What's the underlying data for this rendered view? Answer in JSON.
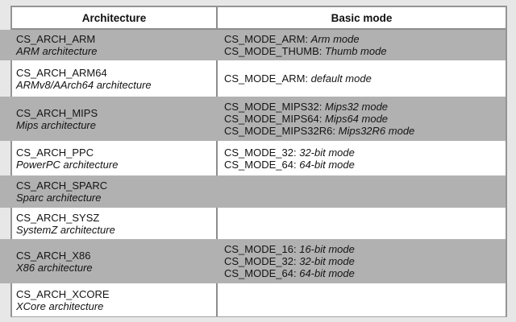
{
  "table": {
    "header": {
      "architecture": "Architecture",
      "basic_mode": "Basic mode"
    },
    "colors": {
      "row_shaded": "#b1b1b1",
      "row_plain": "#ffffff",
      "border": "#8d8d8d",
      "page_background": "#e7e7e7",
      "text": "#141414"
    },
    "rows": [
      {
        "shaded": true,
        "arch": {
          "name": "CS_ARCH_ARM",
          "desc": "ARM architecture"
        },
        "modes": [
          {
            "name": "CS_MODE_ARM:",
            "desc": "Arm mode"
          },
          {
            "name": "CS_MODE_THUMB:",
            "desc": "Thumb mode"
          }
        ]
      },
      {
        "shaded": false,
        "arch": {
          "name": "CS_ARCH_ARM64",
          "desc": "ARMv8/AArch64 architecture"
        },
        "modes": [
          {
            "name": "CS_MODE_ARM:",
            "desc": "default mode"
          }
        ]
      },
      {
        "shaded": true,
        "arch": {
          "name": "CS_ARCH_MIPS",
          "desc": "Mips architecture"
        },
        "modes": [
          {
            "name": "CS_MODE_MIPS32:",
            "desc": "Mips32 mode"
          },
          {
            "name": "CS_MODE_MIPS64:",
            "desc": "Mips64 mode"
          },
          {
            "name": "CS_MODE_MIPS32R6:",
            "desc": "Mips32R6 mode"
          }
        ]
      },
      {
        "shaded": false,
        "arch": {
          "name": "CS_ARCH_PPC",
          "desc": "PowerPC architecture"
        },
        "modes": [
          {
            "name": "CS_MODE_32:",
            "desc": "32-bit mode"
          },
          {
            "name": "CS_MODE_64:",
            "desc": "64-bit mode"
          }
        ]
      },
      {
        "shaded": true,
        "arch": {
          "name": "CS_ARCH_SPARC",
          "desc": "Sparc architecture"
        },
        "modes": []
      },
      {
        "shaded": false,
        "arch": {
          "name": "CS_ARCH_SYSZ",
          "desc": "SystemZ architecture"
        },
        "modes": []
      },
      {
        "shaded": true,
        "arch": {
          "name": "CS_ARCH_X86",
          "desc": "X86 architecture"
        },
        "modes": [
          {
            "name": "CS_MODE_16:",
            "desc": "16-bit mode"
          },
          {
            "name": "CS_MODE_32:",
            "desc": "32-bit mode"
          },
          {
            "name": "CS_MODE_64:",
            "desc": "64-bit mode"
          }
        ]
      },
      {
        "shaded": false,
        "arch": {
          "name": "CS_ARCH_XCORE",
          "desc": "XCore architecture"
        },
        "modes": []
      }
    ]
  }
}
